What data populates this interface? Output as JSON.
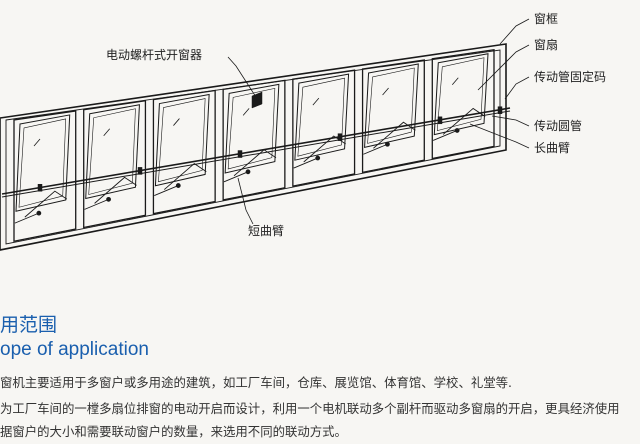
{
  "diagram": {
    "labels": {
      "frame": "窗框",
      "sash": "窗扇",
      "tube_mount": "传动管固定码",
      "drive_tube": "传动圆管",
      "long_arm": "长曲臂",
      "opener": "电动螺杆式开窗器",
      "short_arm": "短曲臂"
    }
  },
  "section": {
    "title_cn": "用范围",
    "title_en": "ope of application",
    "paragraphs": [
      "窗机主要适用于多窗户或多用途的建筑，如工厂车间，仓库、展览馆、体育馆、学校、礼堂等.",
      "为工厂车间的一樘多扇位排窗的电动开启而设计，利用一个电机联动多个副杆而驱动多窗扇的开启，更具经济使用",
      "据窗户的大小和需要联动窗户的数量，来选用不同的联动方式。"
    ]
  }
}
